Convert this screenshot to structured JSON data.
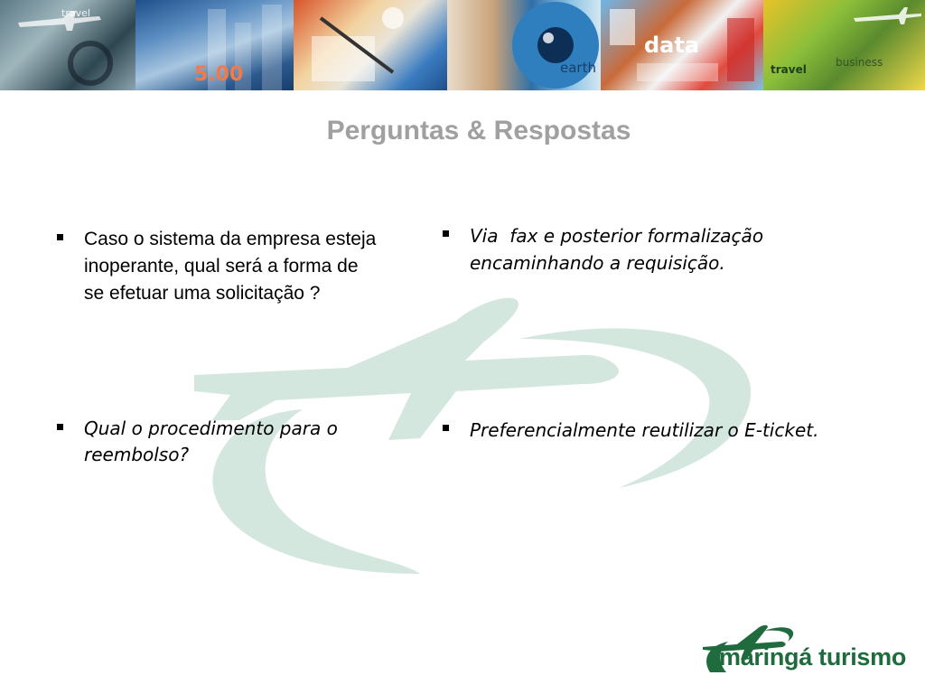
{
  "slide": {
    "title": "Perguntas & Respostas"
  },
  "banner": {
    "tile_labels": [
      "travel",
      "5.00",
      "earth",
      "data",
      "travel",
      "business"
    ]
  },
  "questions": [
    {
      "text": "Caso o sistema da empresa esteja inoperante, qual será a forma de se efetuar uma solicitação ?"
    },
    {
      "text": "Qual o procedimento para o reembolso?"
    }
  ],
  "answers": [
    {
      "text": "Via  fax e posterior formalização encaminhando a requisição."
    },
    {
      "text": "Preferencialmente reutilizar o E-ticket."
    }
  ],
  "logo": {
    "text": "maringá turismo"
  },
  "colors": {
    "title": "#a0a0a0",
    "watermark": "#d3e7df",
    "logo_green": "#1f6b3d"
  }
}
